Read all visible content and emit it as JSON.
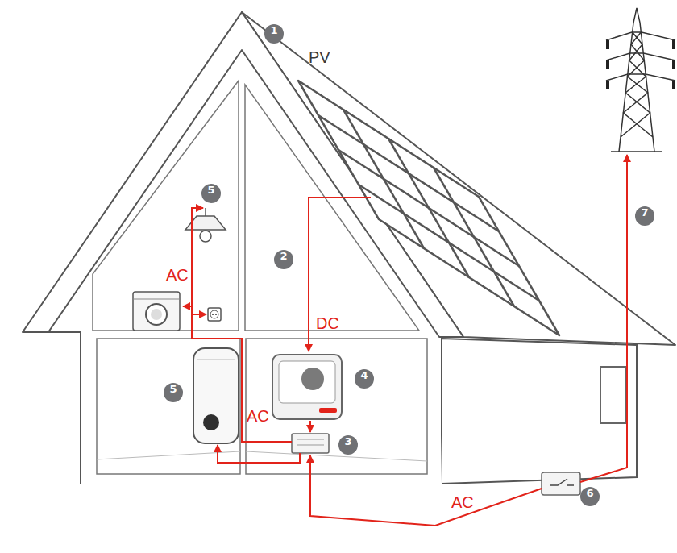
{
  "diagram": {
    "labels": [
      "1",
      "PV",
      "5",
      "AC",
      "2",
      "DC",
      "7",
      "4",
      "5",
      "AC",
      "3",
      "6",
      "AC"
    ]
  }
}
